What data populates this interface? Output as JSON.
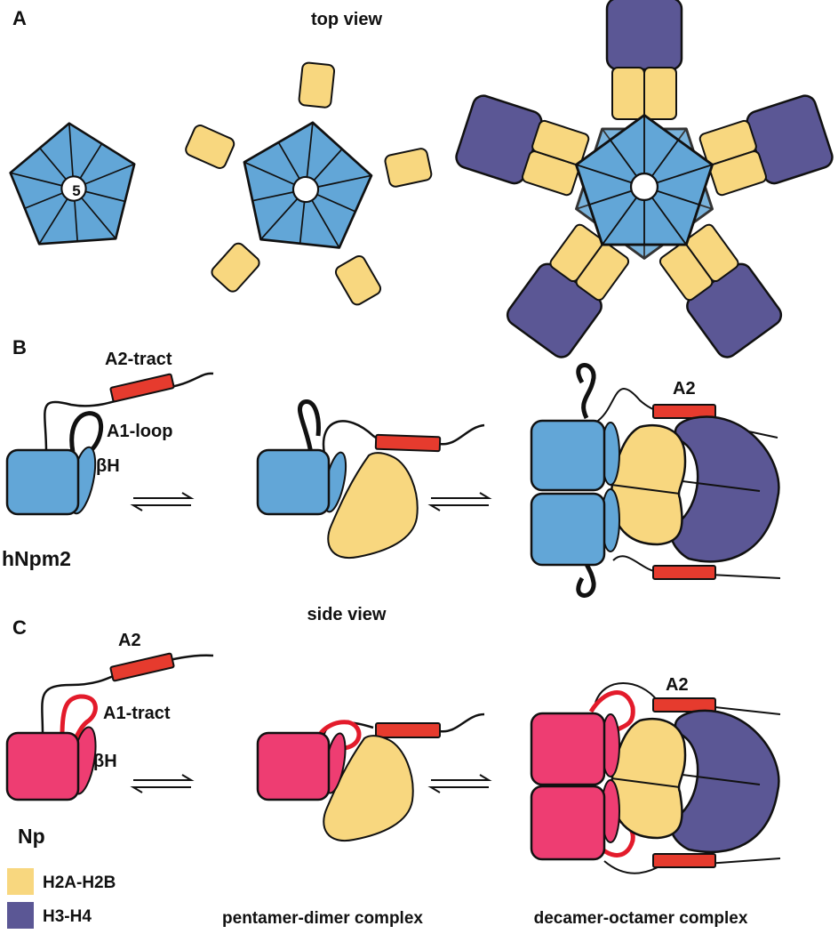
{
  "panels": {
    "a": "A",
    "b": "B",
    "c": "C"
  },
  "views": {
    "top": "top view",
    "side": "side view"
  },
  "pentamer_number": "5",
  "panel_b": {
    "a2_tract": "A2-tract",
    "a1_loop": "A1-loop",
    "beta_h": "βH",
    "protein": "hNpm2",
    "a2": "A2"
  },
  "panel_c": {
    "a2": "A2",
    "a1_tract": "A1-tract",
    "beta_h": "βH",
    "protein": "Np",
    "a2_right": "A2"
  },
  "legend": [
    {
      "label": "H2A-H2B",
      "color": "#f8d77f"
    },
    {
      "label": "H3-H4",
      "color": "#5b5795"
    }
  ],
  "captions": {
    "pentamer_dimer": "pentamer-dimer complex",
    "decamer_octamer": "decamer-octamer complex"
  },
  "colors": {
    "npm_blue": "#62a6d7",
    "np_pink": "#ee3d72",
    "h2a_h2b_yellow": "#f8d77f",
    "h3_h4_purple": "#5b5795",
    "a2_red": "#e63b2e",
    "a1_tract_red": "#e31b2b"
  }
}
